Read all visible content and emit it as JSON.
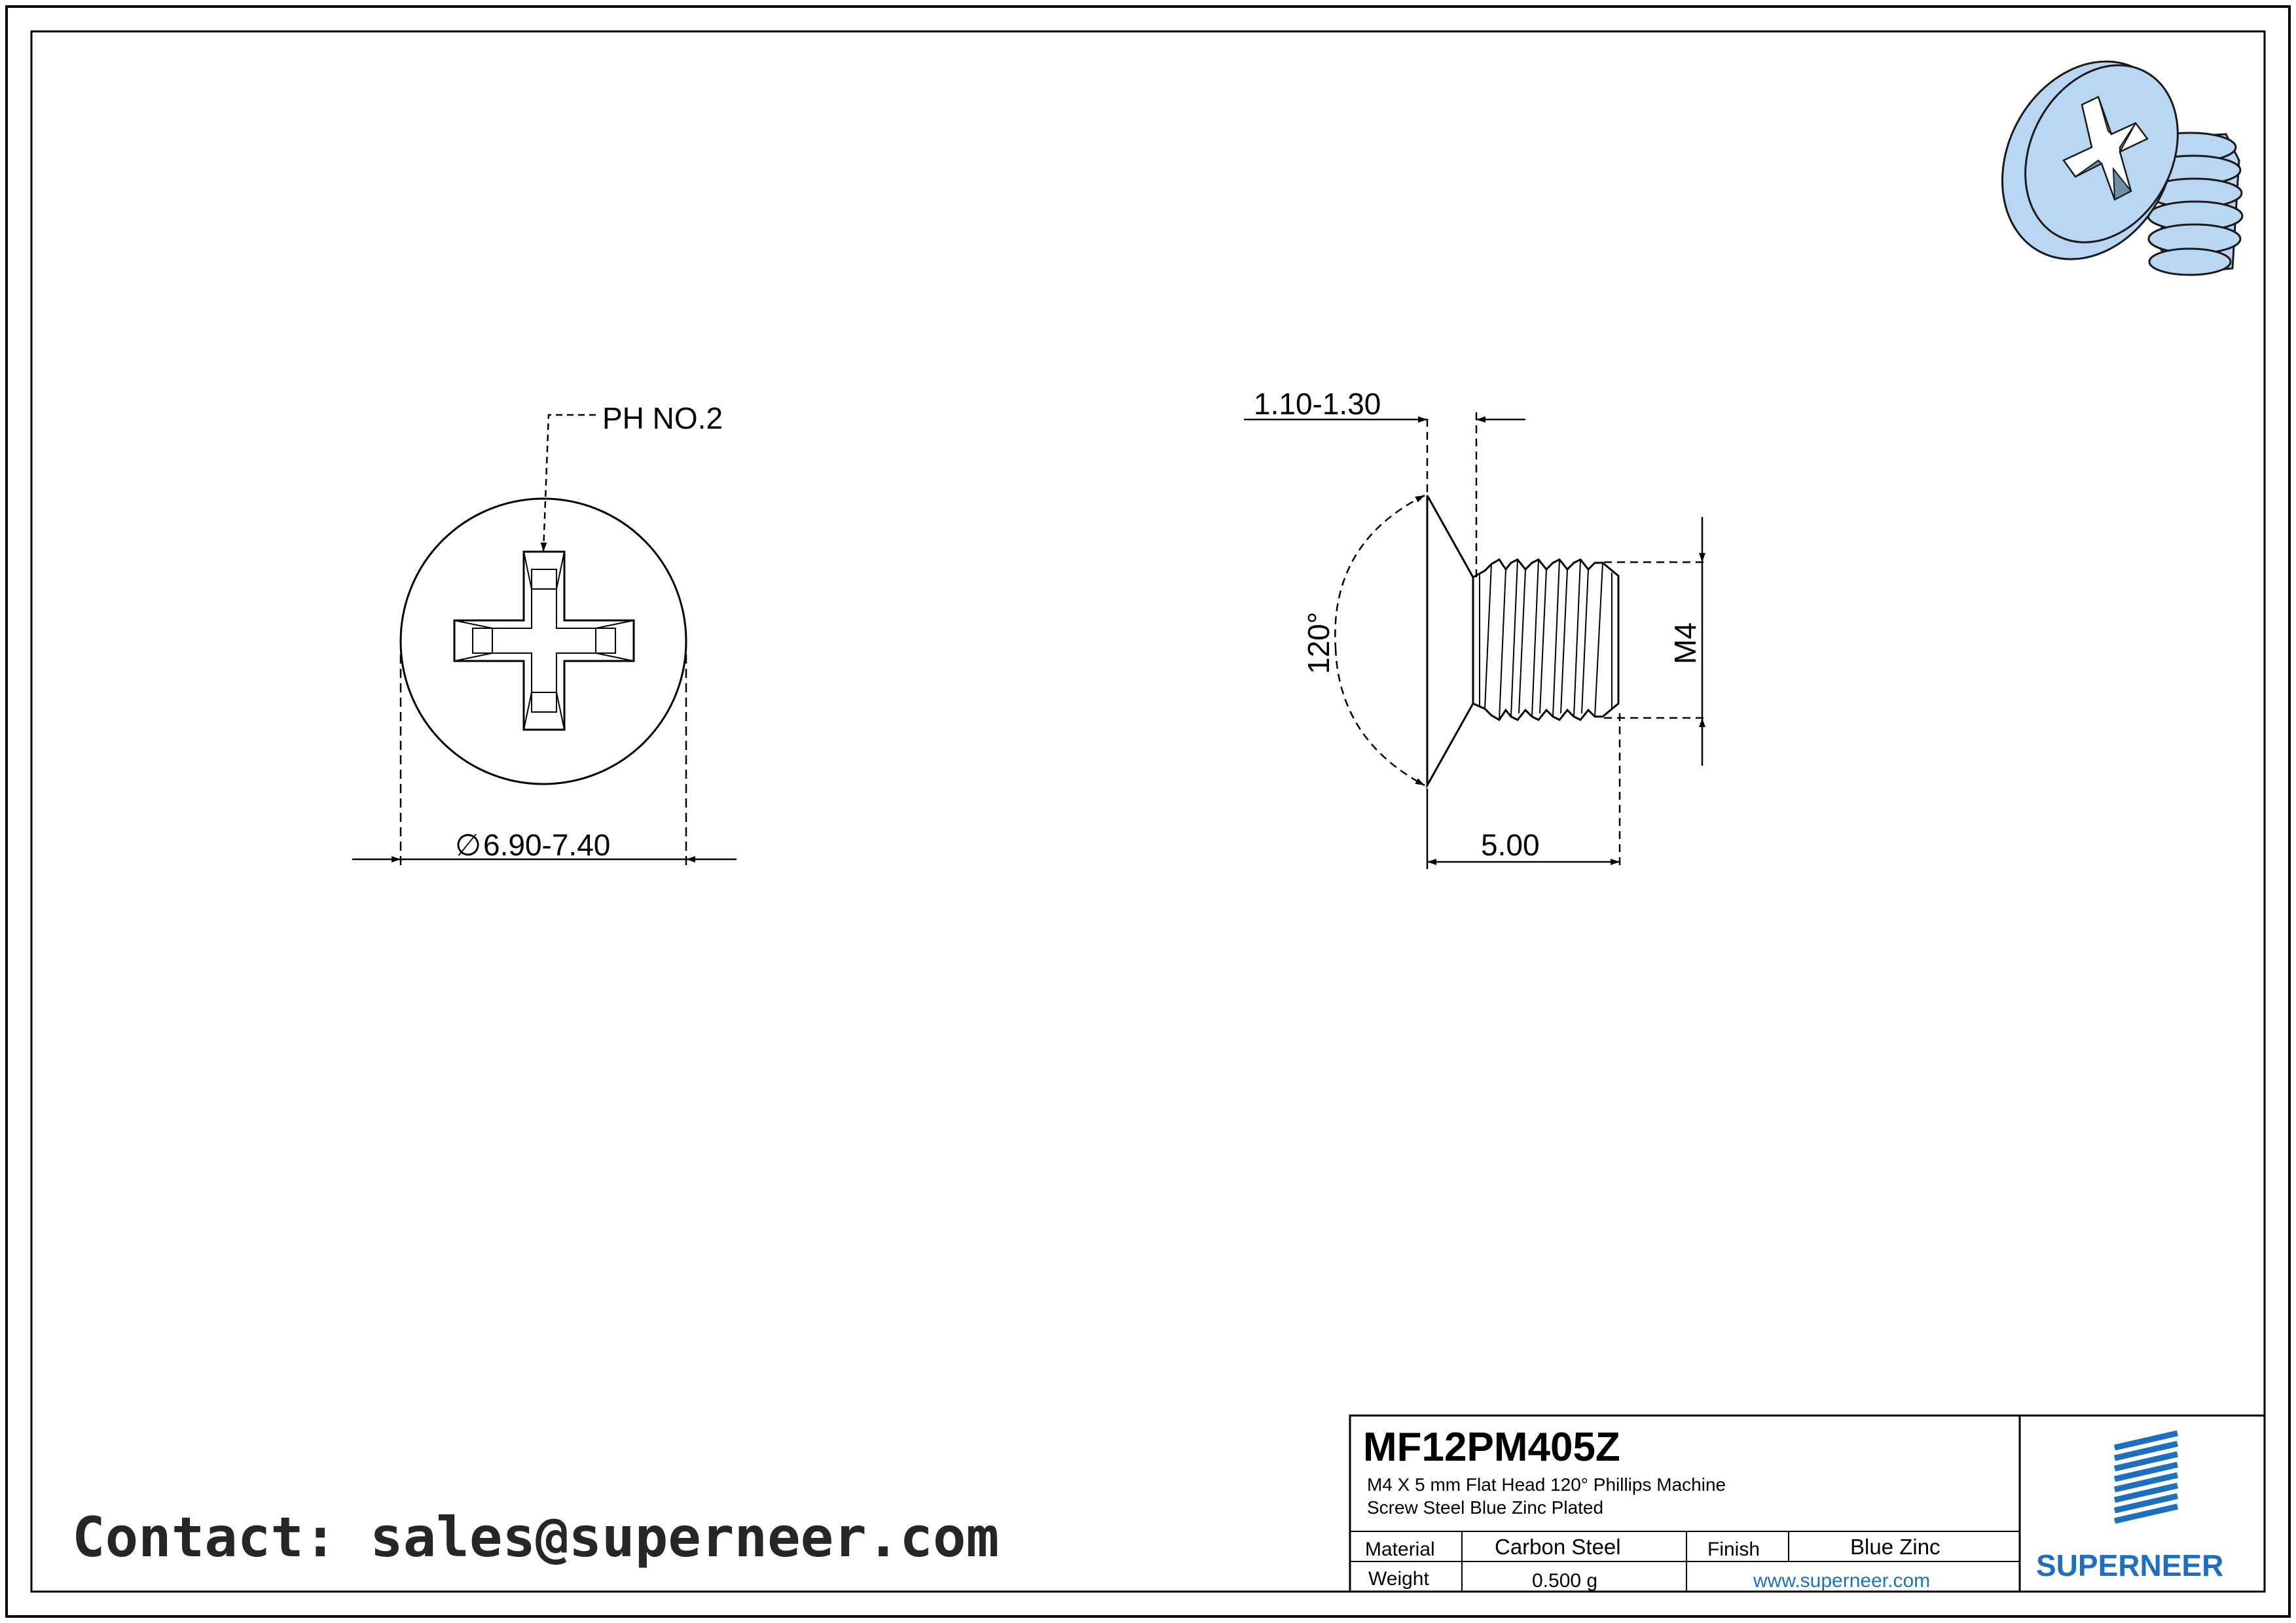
{
  "drawing": {
    "front_view": {
      "drive_label": "PH NO.2",
      "diameter_label": "6.90-7.40",
      "diameter_symbol": "∅"
    },
    "side_view": {
      "head_height_label": "1.10-1.30",
      "angle_label": "120°",
      "thread_label": "M4",
      "length_label": "5.00"
    }
  },
  "title_block": {
    "part_number": "MF12PM405Z",
    "description_line1": "M4 X 5 mm  Flat Head 120° Phillips Machine",
    "description_line2": "Screw Steel Blue Zinc Plated",
    "material_label": "Material",
    "material_value": "Carbon Steel",
    "finish_label": "Finish",
    "finish_value": "Blue Zinc",
    "weight_label": "Weight",
    "weight_value": "0.500 g",
    "website": "www.superneer.com",
    "brand": "SUPERNEER"
  },
  "contact": "Contact: sales@superneer.com",
  "colors": {
    "brand_blue": "#1f6fc0",
    "screw_fill": "#b9d6f2",
    "line": "#000000"
  }
}
